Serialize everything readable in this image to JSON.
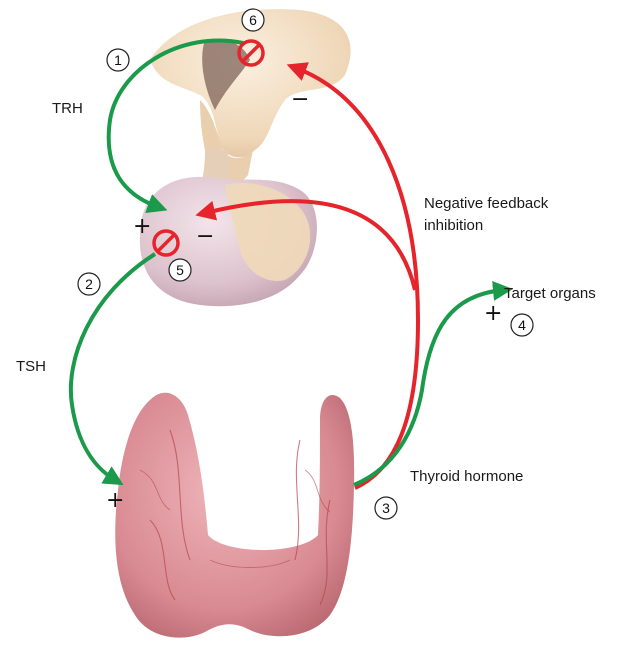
{
  "labels": {
    "trh": "TRH",
    "tsh": "TSH",
    "negative_feedback_line1": "Negative feedback",
    "negative_feedback_line2": "inhibition",
    "target_organs": "Target organs",
    "thyroid_hormone": "Thyroid hormone"
  },
  "signs": {
    "trh_plus": "+",
    "pituitary_minus": "−",
    "hypothalamus_minus": "−",
    "thyroid_plus": "+",
    "target_plus": "+"
  },
  "steps": [
    "1",
    "2",
    "3",
    "4",
    "5",
    "6"
  ],
  "colors": {
    "stimulatory_arrow": "#1a9a4a",
    "inhibitory_arrow": "#e5242b",
    "inhibit_symbol": "#e5242b",
    "hypothalamus_tissue": "#f1dcc0",
    "pituitary_tissue": "#d9bdc8",
    "thyroid_tissue": "#d98a92"
  }
}
